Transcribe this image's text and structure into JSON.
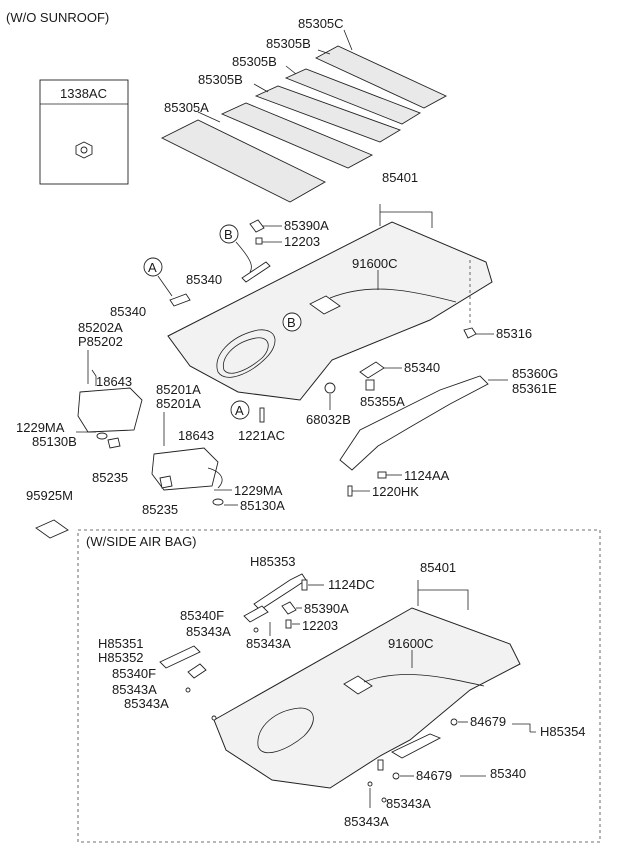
{
  "sections": {
    "top_title": "(W/O SUNROOF)",
    "bottom_title": "(W/SIDE AIR BAG)"
  },
  "labels": {
    "p85305C": "85305C",
    "p85305B_1": "85305B",
    "p85305B_2": "85305B",
    "p85305B_3": "85305B",
    "p85305A": "85305A",
    "p1338AC": "1338AC",
    "p85401_top": "85401",
    "p85390A_top": "85390A",
    "p12203_top": "12203",
    "p85340_top1": "85340",
    "p91600C_top": "91600C",
    "p85340_top2": "85340",
    "p85202A": "85202A",
    "pP85202": "P85202",
    "p18643_top": "18643",
    "p1229MA_top": "1229MA",
    "p85130B": "85130B",
    "p85235_top": "85235",
    "p85316": "85316",
    "p85340_top3": "85340",
    "p85360G": "85360G",
    "p85361E": "85361E",
    "p85355A": "85355A",
    "p68032B": "68032B",
    "p85201A_1": "85201A",
    "p85201A_2": "85201A",
    "p18643_mid": "18643",
    "p1221AC": "1221AC",
    "p1124AA": "1124AA",
    "p1229MA_mid": "1229MA",
    "p1220HK": "1220HK",
    "p85130A": "85130A",
    "p85235_mid": "85235",
    "p95925M": "95925M",
    "pH85353": "H85353",
    "p1124DC": "1124DC",
    "p85401_bot": "85401",
    "p85340F_1": "85340F",
    "p85390A_bot": "85390A",
    "p85343A_1": "85343A",
    "p85343A_2": "85343A",
    "p12203_bot": "12203",
    "p91600C_bot": "91600C",
    "pH85351": "H85351",
    "pH85352": "H85352",
    "p85340F_2": "85340F",
    "p85343A_3": "85343A",
    "p85343A_4": "85343A",
    "p84679_1": "84679",
    "pH85354": "H85354",
    "p84679_2": "84679",
    "p85340_bot": "85340",
    "p85343A_5": "85343A",
    "p85343A_6": "85343A"
  },
  "callouts": {
    "A": "A",
    "B": "B"
  }
}
